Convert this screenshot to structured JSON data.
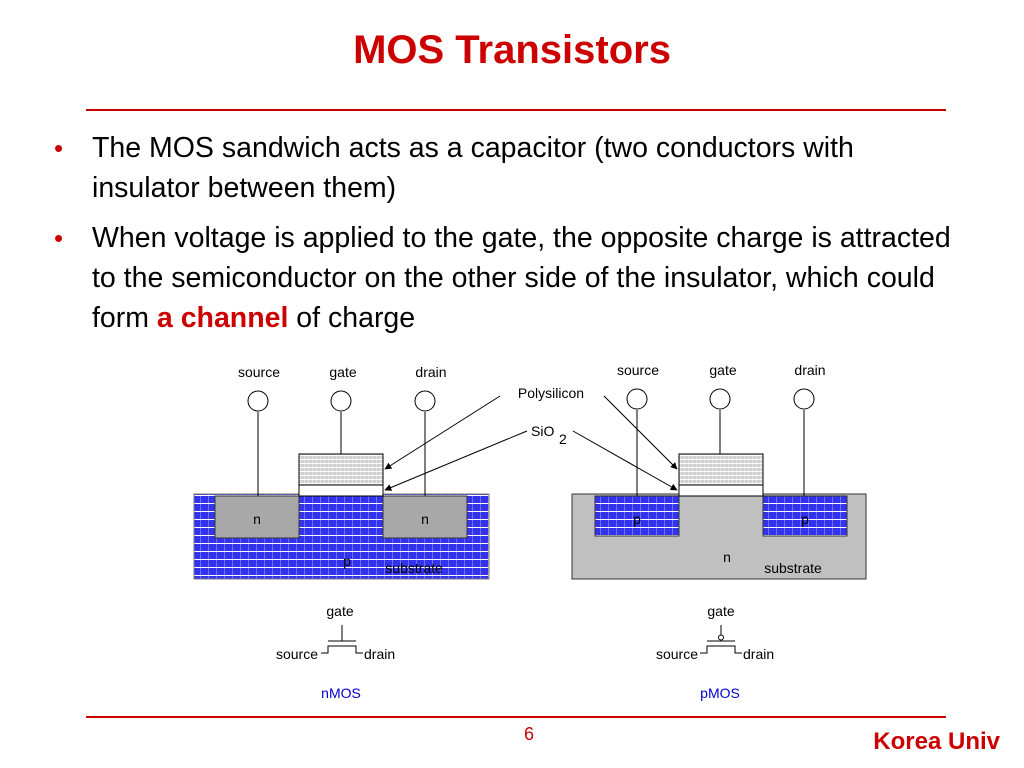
{
  "slide": {
    "title": "MOS Transistors",
    "bullets": [
      {
        "parts": [
          {
            "text": "The MOS sandwich acts as a capacitor (two conductors with insulator between them)"
          }
        ]
      },
      {
        "parts": [
          {
            "text": "When voltage is applied to the gate, the opposite charge is attracted to the semiconductor on the other side of the insulator, which could form "
          },
          {
            "text": "a channel",
            "highlight": true
          },
          {
            "text": " of charge"
          }
        ]
      }
    ],
    "page_number": "6",
    "brand": "Korea Univ"
  },
  "diagram": {
    "callouts": {
      "polysilicon": "Polysilicon",
      "sio2_base": "SiO",
      "sio2_sub": "2"
    },
    "nmos": {
      "terminal_source": "source",
      "terminal_gate": "gate",
      "terminal_drain": "drain",
      "left_region": "n",
      "right_region": "n",
      "body_type": "p",
      "body_label": "substrate",
      "symbol_gate": "gate",
      "symbol_source": "source",
      "symbol_drain": "drain",
      "caption": "nMOS"
    },
    "pmos": {
      "terminal_source": "source",
      "terminal_gate": "gate",
      "terminal_drain": "drain",
      "left_region": "p",
      "right_region": "p",
      "body_type": "n",
      "body_label": "substrate",
      "symbol_gate": "gate",
      "symbol_source": "source",
      "symbol_drain": "drain",
      "caption": "pMOS"
    },
    "colors": {
      "title_red": "#cc0000",
      "doped_blue": "#3333ee",
      "caption_blue": "#0000cc",
      "n_substrate_gray": "#c0c0c0",
      "region_gray": "#a8a8a8"
    }
  }
}
